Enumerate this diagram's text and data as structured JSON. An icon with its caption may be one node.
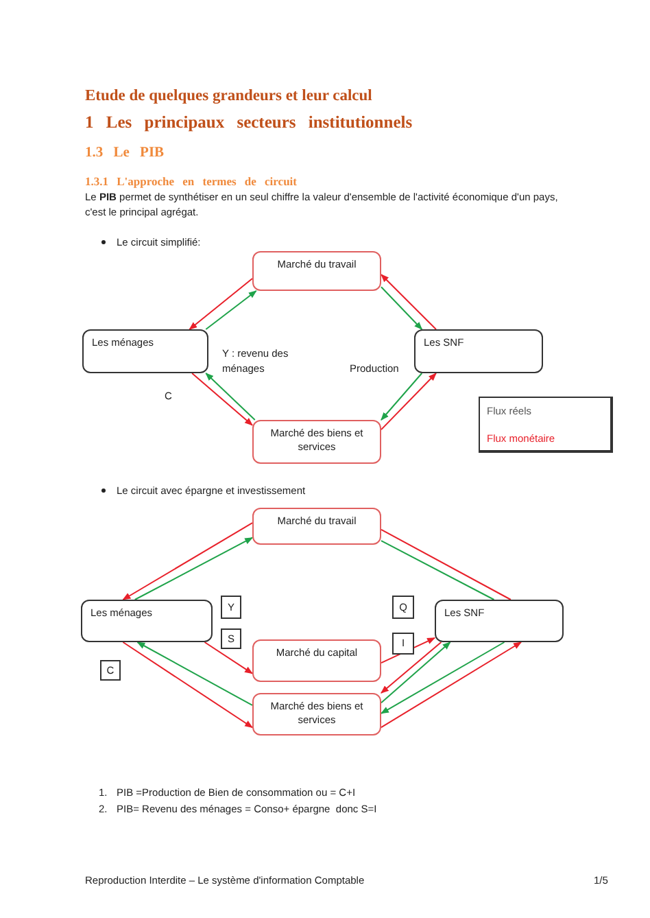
{
  "diagram": {
    "nodes": [
      {
        "text": [
          "Marché du travail"
        ]
      },
      {
        "text": [
          "Les ménages"
        ]
      },
      {
        "text": [
          "Les SNF"
        ]
      },
      {
        "text": [
          "Marché des biens et services"
        ]
      },
      {
        "text": [
          "Marché du travail"
        ]
      },
      {
        "text": [
          "Les ménages"
        ]
      },
      {
        "text": [
          "Les SNF"
        ]
      },
      {
        "text": [
          "Marché du capital"
        ]
      },
      {
        "text": [
          "Marché des biens et services"
        ]
      },
      {
        "text": [
          "Y"
        ]
      },
      {
        "text": [
          "Q"
        ]
      },
      {
        "text": [
          "S"
        ]
      },
      {
        "text": [
          "I"
        ]
      },
      {
        "text": [
          "C"
        ]
      }
    ],
    "edges": [
      {
        "from": 0,
        "to": 1,
        "arrow": "to",
        "color": "#e8202a"
      },
      {
        "from": 1,
        "to": 0,
        "arrow": "to",
        "color": "#1fa34a"
      },
      {
        "from": 0,
        "to": 2,
        "arrow": "to",
        "color": "#1fa34a"
      },
      {
        "from": 2,
        "to": 0,
        "arrow": "to",
        "color": "#e8202a"
      },
      {
        "from": 1,
        "to": 3,
        "arrow": "to",
        "color": "#e8202a"
      },
      {
        "from": 3,
        "to": 1,
        "arrow": "to",
        "color": "#1fa34a"
      },
      {
        "from": 2,
        "to": 3,
        "arrow": "to",
        "color": "#1fa34a"
      },
      {
        "from": 3,
        "to": 2,
        "arrow": "to",
        "color": "#e8202a"
      },
      {
        "from": 4,
        "to": 5,
        "arrow": "to",
        "color": "#e8202a"
      },
      {
        "from": 5,
        "to": 4,
        "arrow": "to",
        "color": "#1fa34a"
      },
      {
        "from": 4,
        "to": 6,
        "arrow": "none",
        "color": "#e8202a"
      },
      {
        "from": 4,
        "to": 6,
        "arrow": "none",
        "color": "#1fa34a"
      },
      {
        "from": 5,
        "to": 7,
        "arrow": "to",
        "color": "#e8202a"
      },
      {
        "from": 7,
        "to": 6,
        "arrow": "to",
        "color": "#e8202a"
      },
      {
        "from": 6,
        "to": 8,
        "arrow": "to",
        "color": "#e8202a"
      },
      {
        "from": 8,
        "to": 6,
        "arrow": "to",
        "color": "#1fa34a"
      },
      {
        "from": 6,
        "to": 8,
        "arrow": "to",
        "color": "#1fa34a"
      },
      {
        "from": 8,
        "to": 6,
        "arrow": "to",
        "color": "#e8202a"
      },
      {
        "from": 5,
        "to": 8,
        "arrow": "to",
        "color": "#e8202a"
      },
      {
        "from": 8,
        "to": 5,
        "arrow": "to",
        "color": "#1fa34a"
      }
    ],
    "labels": [
      "Etude de quelques grandeurs et leur calcul",
      "1 Les principaux secteurs institutionnels",
      "1.3 Le PIB",
      "1.3.1 L'approche en termes de circuit",
      "Le **PIB** permet de synthétiser en un seul chiffre la valeur d'ensemble de l'activité économique d'un pays, c'est le principal agrégat.",
      "Le circuit simplifié:",
      "Y : revenu des ménages",
      "Production",
      "C",
      "Le circuit avec épargne et investissement",
      "1.",
      "PIB =Production de Bien de consommation ou = C+I",
      "2.",
      "PIB= Revenu des ménages = Conso+ épargne  donc S=I",
      "Reproduction Interdite – Le système d'information Comptable",
      "1/5"
    ],
    "legend": [
      {
        "text": "Flux réels",
        "color": "#555555"
      },
      {
        "text": "Flux monétaire",
        "color": "#e8202a"
      }
    ]
  }
}
